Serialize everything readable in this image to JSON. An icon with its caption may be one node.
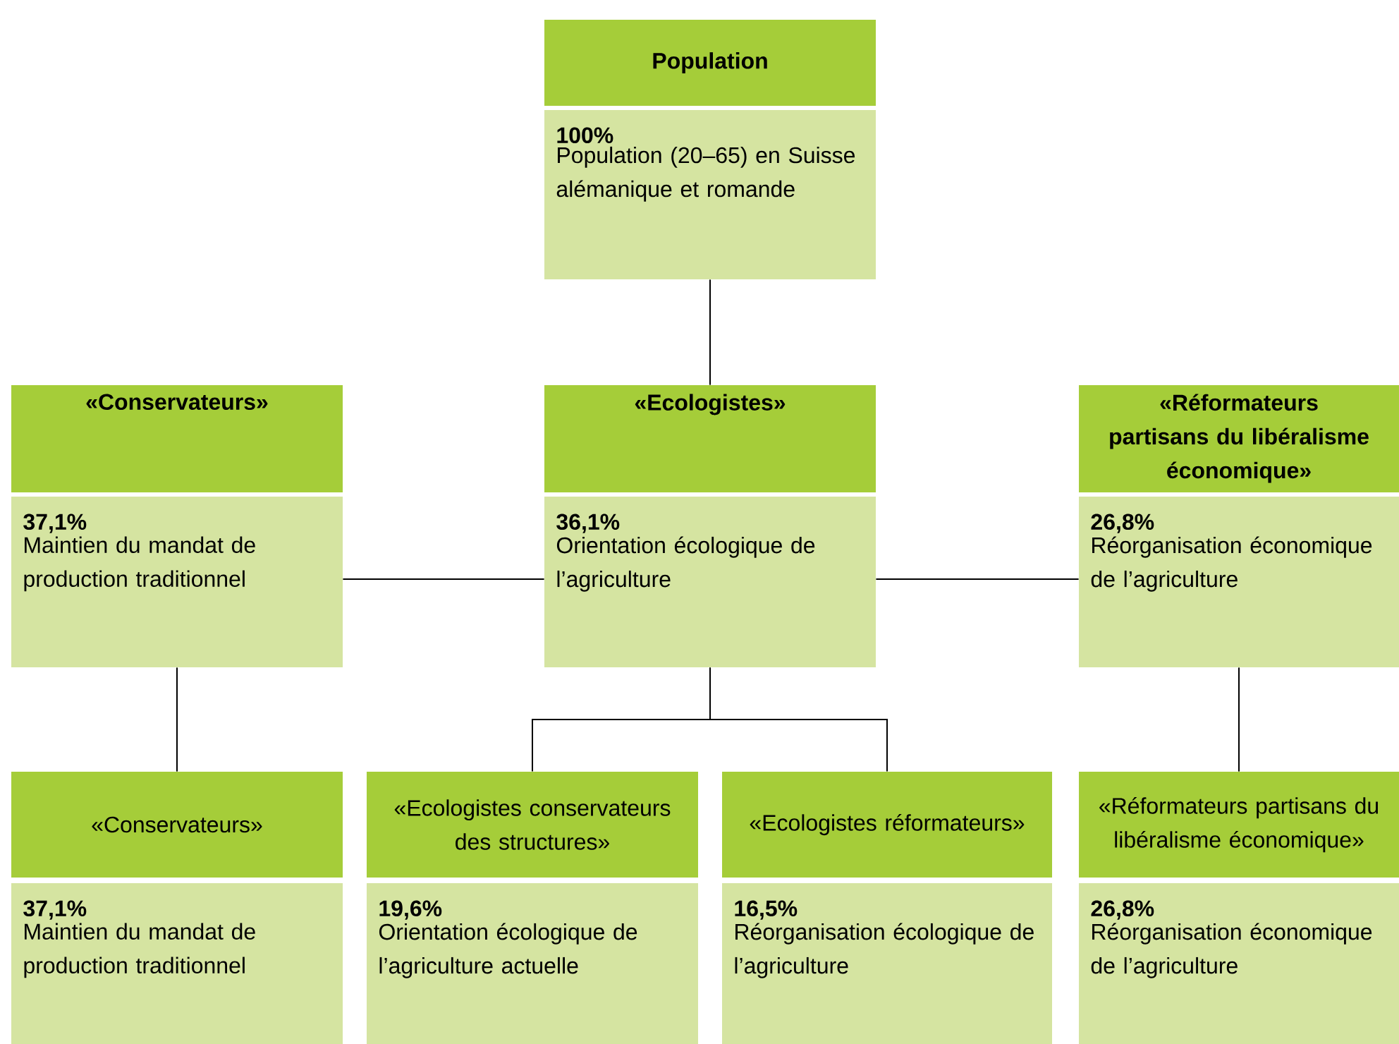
{
  "diagram": {
    "nodes": [
      {
        "text": [
          "Population",
          "100%",
          "Population (20–65) en Suisse alémanique et romande"
        ]
      },
      {
        "text": [
          "«Conservateurs»",
          "37,1%",
          "Maintien du mandat de production traditionnel"
        ]
      },
      {
        "text": [
          "«Ecologistes»",
          "36,1%",
          "Orientation écologique de l’agriculture"
        ]
      },
      {
        "text": [
          "«Réformateurs partisans du libéralisme économique»",
          "26,8%",
          "Réorganisation économique de l’agriculture"
        ]
      },
      {
        "text": [
          "«Conservateurs»",
          "37,1%",
          "Maintien du mandat de production traditionnel"
        ]
      },
      {
        "text": [
          "«Ecologistes conservateurs des structures»",
          "19,6%",
          "Orientation écologique de l’agriculture actuelle"
        ]
      },
      {
        "text": [
          "«Ecologistes réformateurs»",
          "16,5%",
          "Réorganisation écologique de l’agriculture"
        ]
      },
      {
        "text": [
          "«Réformateurs partisans du libéralisme économique»",
          "26,8%",
          "Réorganisation économique de l’agriculture"
        ]
      }
    ],
    "edges": [
      {
        "from": 0,
        "to": 2,
        "arrow": "none"
      },
      {
        "from": 2,
        "to": 1,
        "arrow": "none"
      },
      {
        "from": 2,
        "to": 3,
        "arrow": "none"
      },
      {
        "from": 1,
        "to": 4,
        "arrow": "none"
      },
      {
        "from": 2,
        "to": 5,
        "arrow": "none"
      },
      {
        "from": 2,
        "to": 6,
        "arrow": "none"
      },
      {
        "from": 3,
        "to": 7,
        "arrow": "none"
      }
    ]
  }
}
